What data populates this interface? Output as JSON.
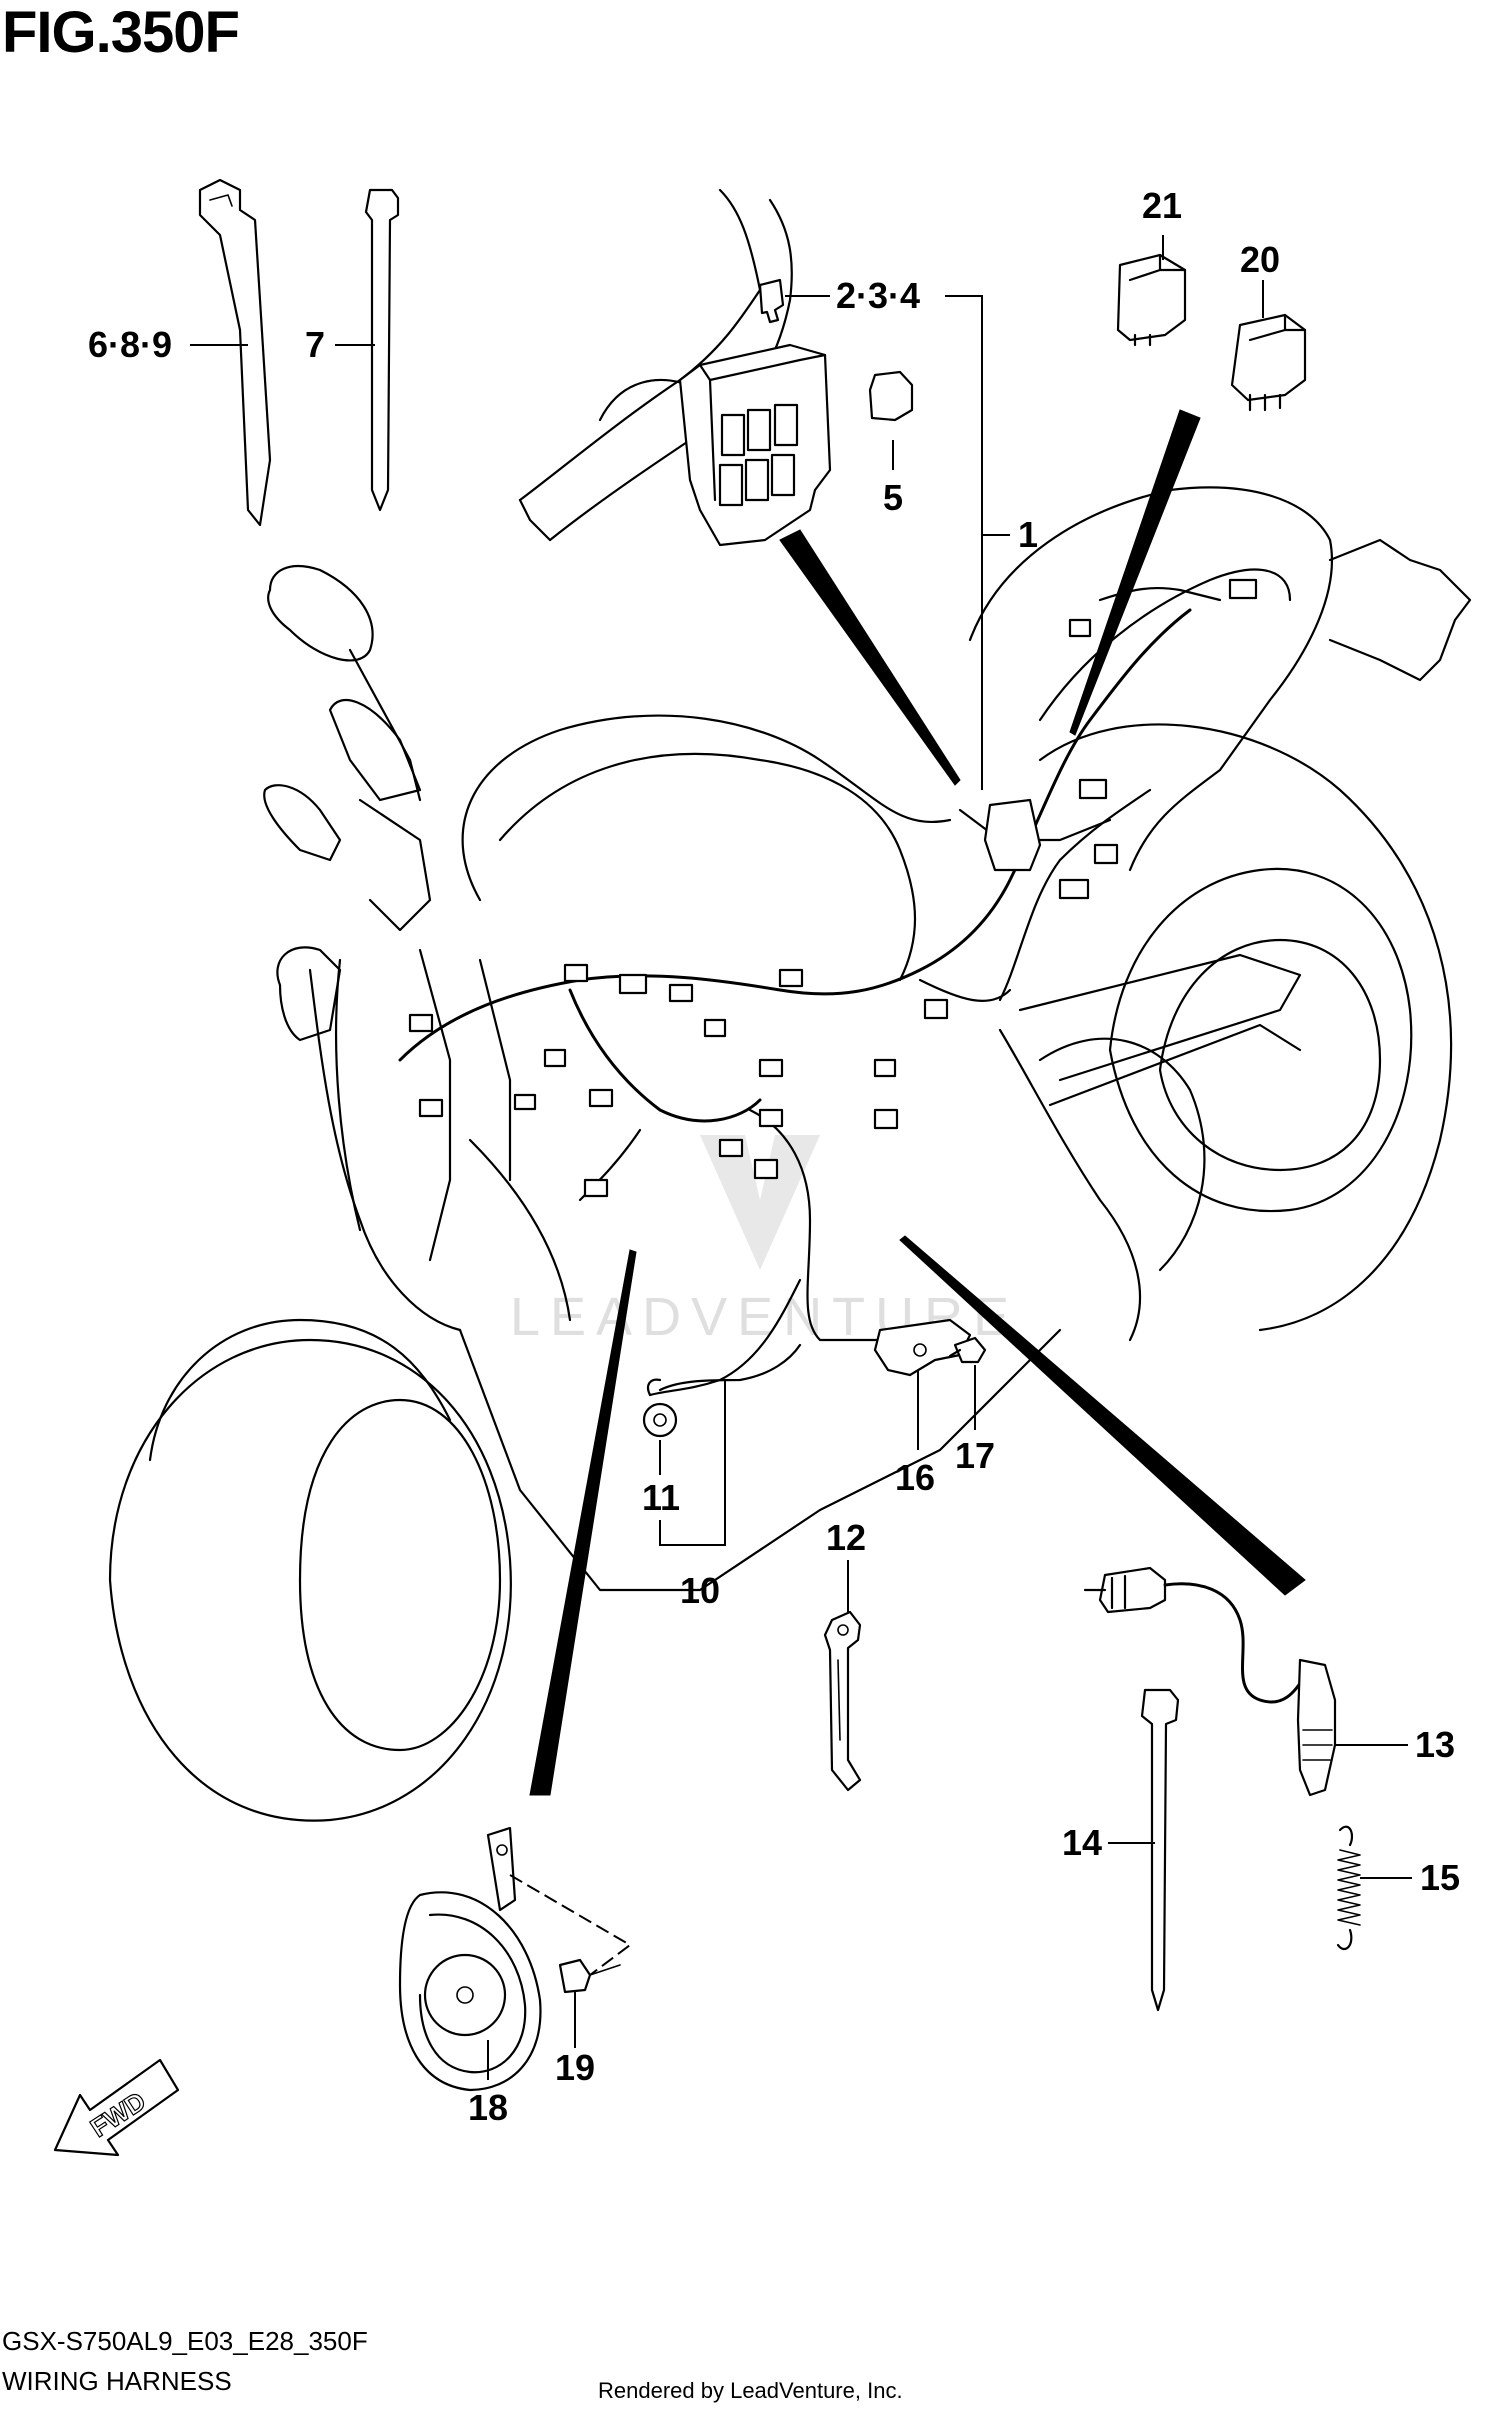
{
  "figure": {
    "title": "FIG.350F"
  },
  "footer": {
    "model_code": "GSX-S750AL9_E03_E28_350F",
    "section_name": "WIRING HARNESS",
    "rendered_by": "Rendered by LeadVenture, Inc."
  },
  "watermark": {
    "text": "LEADVENTURE"
  },
  "direction": {
    "label": "FWD"
  },
  "callouts": [
    {
      "id": "c-1",
      "label": "1"
    },
    {
      "id": "c-234",
      "label": "2·3·4"
    },
    {
      "id": "c-5",
      "label": "5"
    },
    {
      "id": "c-689",
      "label": "6·8·9"
    },
    {
      "id": "c-7",
      "label": "7"
    },
    {
      "id": "c-10",
      "label": "10"
    },
    {
      "id": "c-11",
      "label": "11"
    },
    {
      "id": "c-12",
      "label": "12"
    },
    {
      "id": "c-13",
      "label": "13"
    },
    {
      "id": "c-14",
      "label": "14"
    },
    {
      "id": "c-15",
      "label": "15"
    },
    {
      "id": "c-16",
      "label": "16"
    },
    {
      "id": "c-17",
      "label": "17"
    },
    {
      "id": "c-18",
      "label": "18"
    },
    {
      "id": "c-19",
      "label": "19"
    },
    {
      "id": "c-20",
      "label": "20"
    },
    {
      "id": "c-21",
      "label": "21"
    }
  ]
}
